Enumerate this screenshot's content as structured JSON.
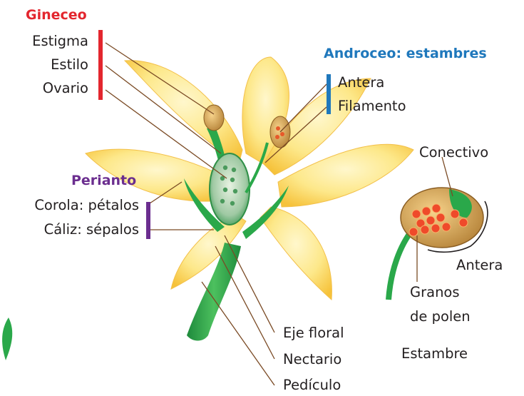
{
  "colors": {
    "gineceo": "#e3262e",
    "androceo": "#1f78bc",
    "perianto": "#6b2e8f",
    "text": "#231f20",
    "petal": "#fde88a",
    "stem": "#2aa84a"
  },
  "groups": {
    "gineceo": {
      "title": "Gineceo",
      "items": [
        "Estigma",
        "Estilo",
        "Ovario"
      ]
    },
    "androceo": {
      "title": "Androceo: estambres",
      "items": [
        "Antera",
        "Filamento"
      ]
    },
    "perianto": {
      "title": "Perianto",
      "items": [
        "Corola: pétalos",
        "Cáliz: sépalos"
      ]
    }
  },
  "bottom_labels": [
    "Eje floral",
    "Nectario",
    "Pedículo"
  ],
  "estambre_detail": {
    "conectivo": "Conectivo",
    "antera": "Antera",
    "granos_line1": "Granos",
    "granos_line2": "de polen",
    "title": "Estambre"
  }
}
